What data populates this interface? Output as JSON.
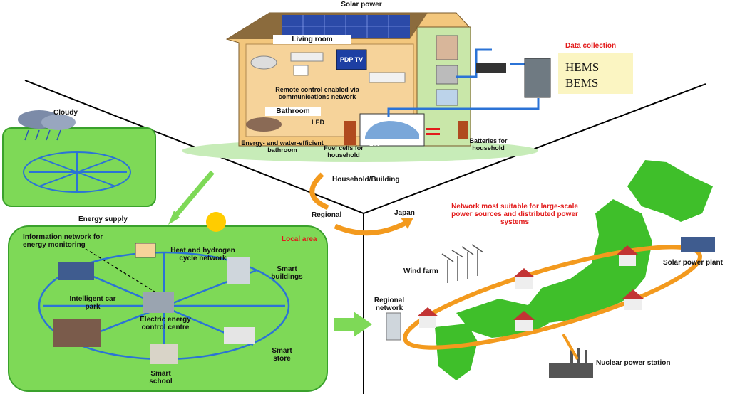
{
  "household": {
    "solar_power": "Solar power",
    "living_room": "Living room",
    "pdp_tv": "PDP TV",
    "remote_control": "Remote control enabled via communications network",
    "bathroom": "Bathroom",
    "led": "LED",
    "water_efficient": "Energy- and water-efficient bathroom",
    "fuel_cells": "Fuel cells for household",
    "evs": "EVs",
    "batteries": "Batteries for household",
    "data_collection": "Data collection",
    "hems": "HEMS",
    "bems": "BEMS"
  },
  "scale_labels": {
    "household_building": "Household/Building",
    "regional": "Regional",
    "japan": "Japan"
  },
  "cloudy_panel": {
    "cloudy": "Cloudy",
    "energy_supply": "Energy supply"
  },
  "local_area": {
    "title": "Local area",
    "info_network": "Information network for energy monitoring",
    "heat_hydrogen": "Heat and hydrogen cycle network",
    "smart_buildings": "Smart buildings",
    "intelligent_car_park": "Intelligent car park",
    "control_centre": "Electric energy control centre",
    "smart_store": "Smart store",
    "smart_school": "Smart school"
  },
  "japan_map": {
    "network_note": "Network most suitable for large-scale power sources and distributed power systems",
    "wind_farm": "Wind farm",
    "solar_power_plant": "Solar power plant",
    "regional_network": "Regional network",
    "nuclear_power_station": "Nuclear power station"
  },
  "colors": {
    "green_panel": "#7ed957",
    "panel_border": "#3aa12c",
    "house_wall": "#f3c77d",
    "accent_red": "#e21b1b",
    "orange_ring": "#f39a1e",
    "hems_box": "#fbf5c2"
  }
}
